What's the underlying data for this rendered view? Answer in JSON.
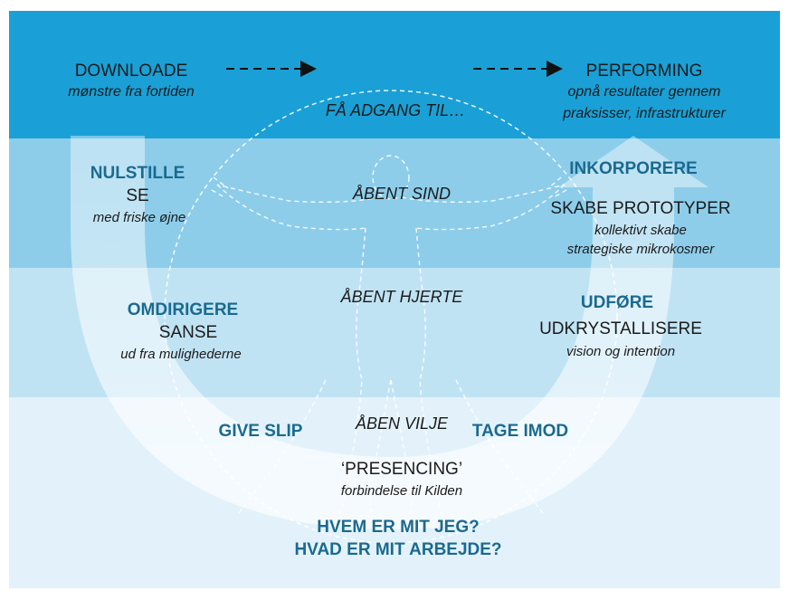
{
  "top": {
    "download_title": "DOWNLOADE",
    "download_sub": "mønstre fra fortiden",
    "performing_title": "PERFORMING",
    "performing_sub1": "opnå resultater gennem",
    "performing_sub2": "praksisser, infrastrukturer",
    "access": "FÅ ADGANG TIL…"
  },
  "left": {
    "l1_title": "NULSTILLE",
    "l1_label": "SE",
    "l1_sub": "med friske øjne",
    "l2_title": "OMDIRIGERE",
    "l2_label": "SANSE",
    "l2_sub": "ud fra mulighederne",
    "l3_title": "GIVE SLIP"
  },
  "right": {
    "r1_title": "INKORPORERE",
    "r1_label": "SKABE PROTOTYPER",
    "r1_sub1": "kollektivt skabe",
    "r1_sub2": "strategiske mikrokosmer",
    "r2_title": "UDFØRE",
    "r2_label": "UDKRYSTALLISERE",
    "r2_sub": "vision og intention",
    "r3_title": "TAGE IMOD"
  },
  "center": {
    "mind": "ÅBENT SIND",
    "heart": "ÅBENT HJERTE",
    "will": "ÅBEN VILJE",
    "presencing": "‘PRESENCING’",
    "presencing_sub": "forbindelse til Kilden",
    "q1": "HVEM ER MIT JEG?",
    "q2": "HVAD ER MIT ARBEJDE?"
  },
  "colors": {
    "band1": "#1aa0d6",
    "band2": "#8dcdea",
    "band3": "#c0e3f4",
    "band4": "#e3f2fa",
    "accent": "#1a6a90"
  }
}
